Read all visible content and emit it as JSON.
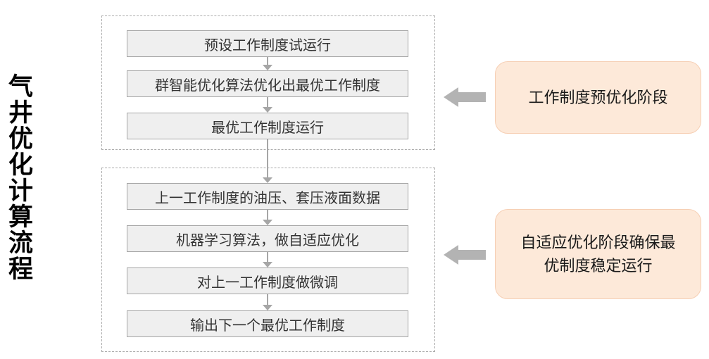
{
  "title": {
    "text": "气井优化计算流程"
  },
  "stage1": {
    "steps": [
      "预设工作制度试运行",
      "群智能优化算法优化出最优工作制度",
      "最优工作制度运行"
    ],
    "label": "工作制度预优化阶段"
  },
  "stage2": {
    "steps": [
      "上一工作制度的油压、套压液面数据",
      "机器学习算法，做自适应优化",
      "对上一工作制度做微调",
      "输出下一个最优工作制度"
    ],
    "label": "自适应优化阶段确保最优制度稳定运行"
  },
  "colors": {
    "step_box_fill": "#efefef",
    "step_box_border": "#a6a6a6",
    "frame_border": "#ababab",
    "connector_gray": "#a6a6a6",
    "block_arrow_gray": "#b3b3b3",
    "callout_fill": "#fde9d9",
    "callout_border": "#f6cfb4",
    "text_dark": "#333333",
    "title_black": "#000000"
  }
}
